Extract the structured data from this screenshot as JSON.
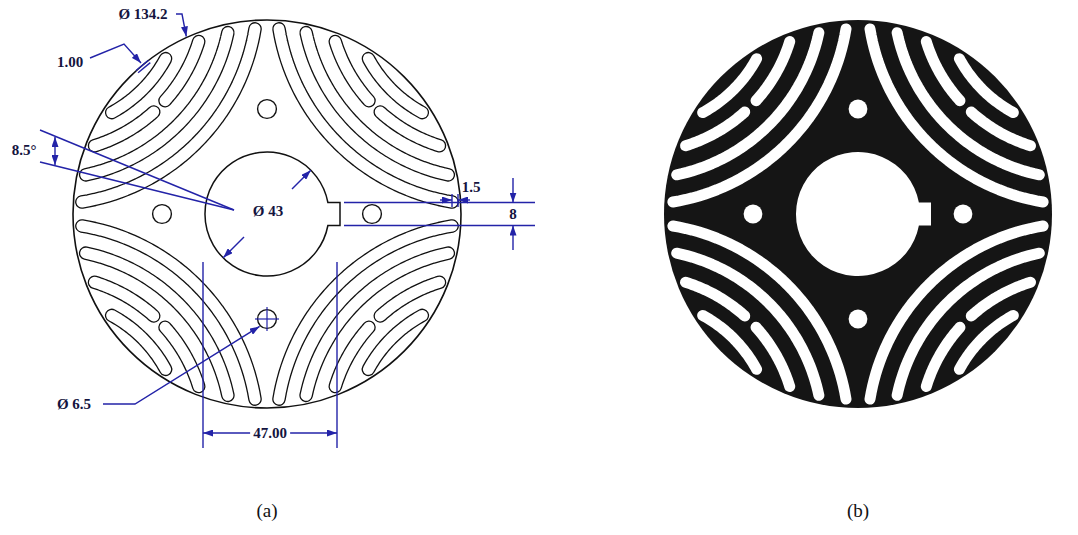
{
  "diagram": {
    "labels": [
      "Ø 134.2",
      "1.00",
      "8.5°",
      "Ø 43",
      "1.5",
      "8",
      "Ø 6.5",
      "47.00",
      "(a)",
      "(b)"
    ]
  }
}
